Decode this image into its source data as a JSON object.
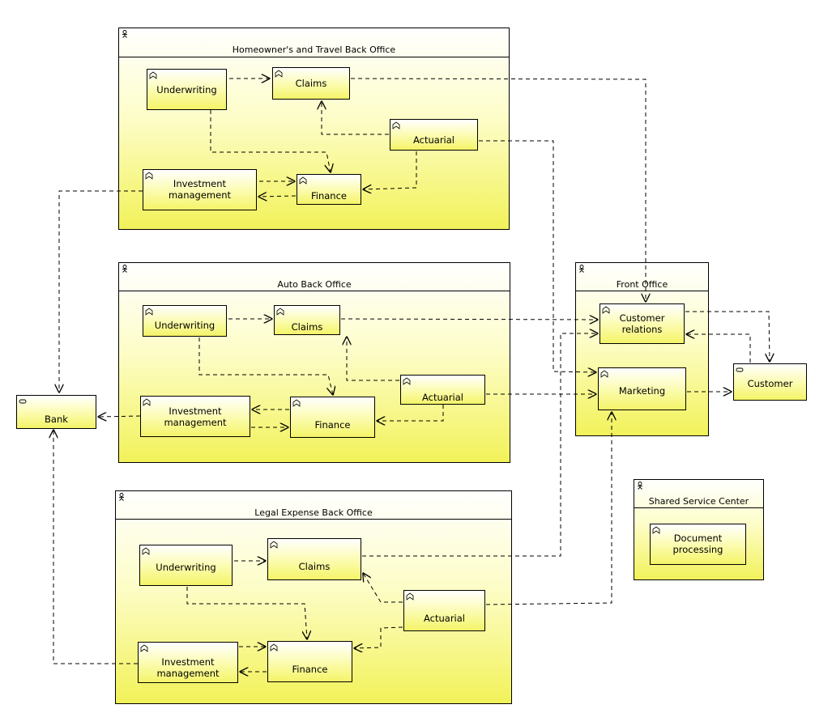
{
  "diagram": {
    "containers": {
      "homeowners": "Homeowner's and Travel Back Office",
      "auto": "Auto Back Office",
      "legal": "Legal Expense Back Office",
      "front_office": "Front Office",
      "shared_service": "Shared Service Center"
    },
    "nodes": {
      "ho_underwriting": "Underwriting",
      "ho_claims": "Claims",
      "ho_actuarial": "Actuarial",
      "ho_investment": "Investment management",
      "ho_finance": "Finance",
      "auto_underwriting": "Underwriting",
      "auto_claims": "Claims",
      "auto_actuarial": "Actuarial",
      "auto_investment": "Investment management",
      "auto_finance": "Finance",
      "legal_underwriting": "Underwriting",
      "legal_claims": "Claims",
      "legal_actuarial": "Actuarial",
      "legal_investment": "Investment management",
      "legal_finance": "Finance",
      "fo_customer_relations": "Customer relations",
      "fo_marketing": "Marketing",
      "ssc_document_processing": "Document processing",
      "bank": "Bank",
      "customer": "Customer"
    }
  }
}
